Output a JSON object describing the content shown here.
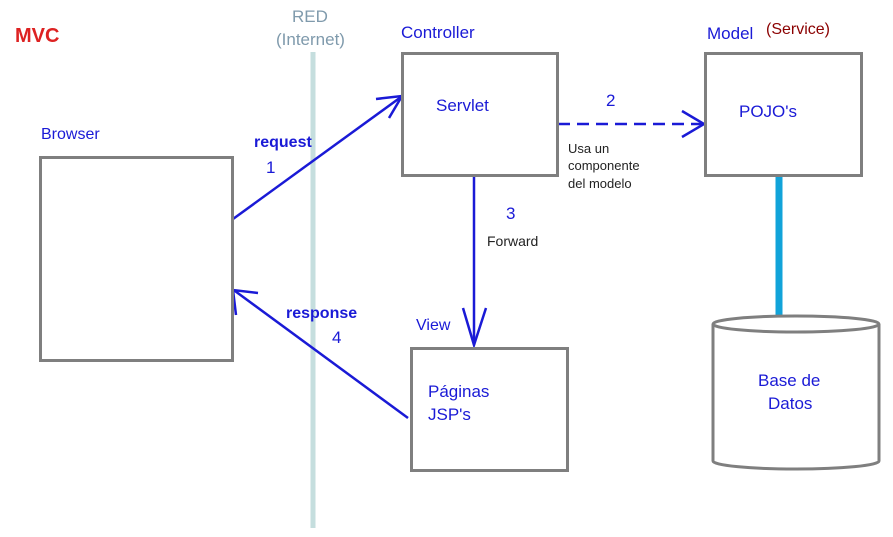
{
  "title": "MVC",
  "network": {
    "line1": "RED",
    "line2": "(Internet)"
  },
  "browser": {
    "label": "Browser"
  },
  "controller": {
    "label": "Controller",
    "component": "Servlet"
  },
  "model": {
    "label": "Model",
    "qualifier": "(Service)",
    "component": "POJO's"
  },
  "view": {
    "label": "View",
    "component_line1": "Páginas",
    "component_line2": "JSP's"
  },
  "database": {
    "line1": "Base de",
    "line2": "Datos"
  },
  "flows": {
    "request": {
      "label": "request",
      "step": "1"
    },
    "call_model": {
      "step": "2",
      "note_line1": "Usa un",
      "note_line2": "componente",
      "note_line3": "del modelo"
    },
    "forward": {
      "step": "3",
      "label": "Forward"
    },
    "response": {
      "label": "response",
      "step": "4"
    }
  },
  "colors": {
    "title": "#dd2222",
    "accent": "#1a1ad6",
    "network_line": "#c5dede",
    "network_text": "#7f9aac",
    "db_link": "#11a3d9",
    "qualifier": "#8b0000",
    "box_border": "#7f7f7f"
  }
}
